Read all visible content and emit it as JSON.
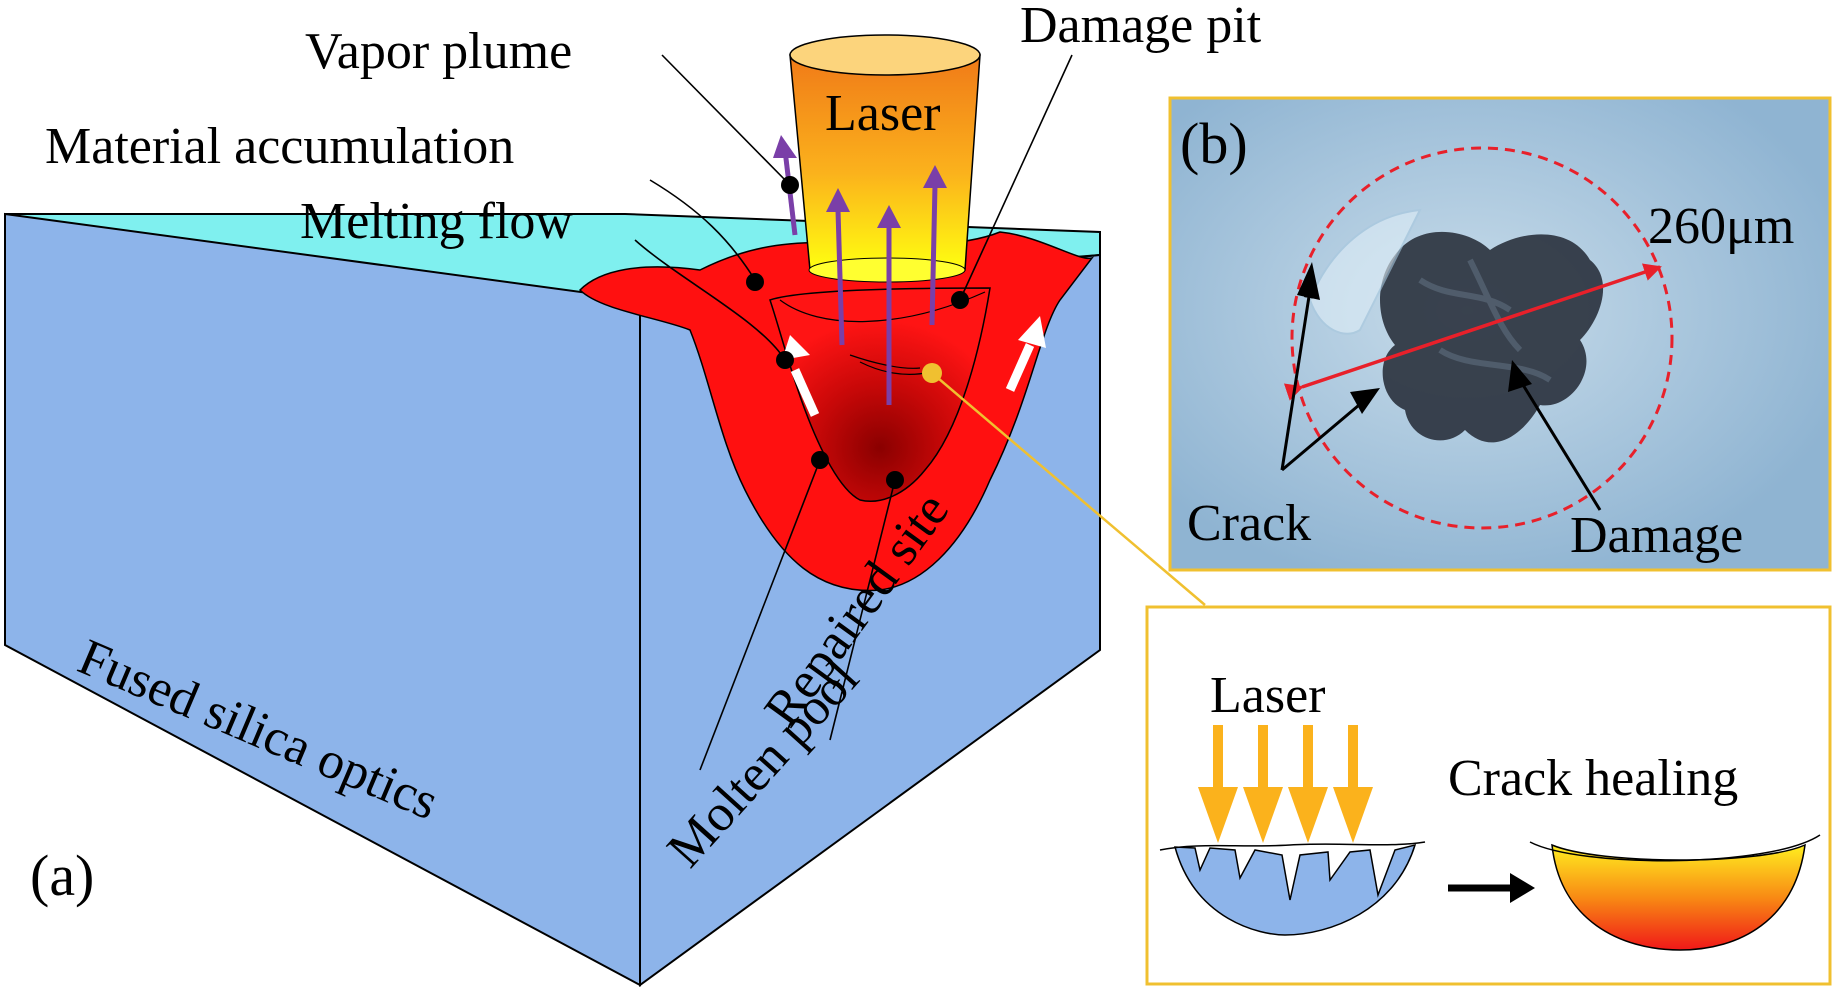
{
  "panel_a": {
    "tag": "(a)",
    "labels": {
      "vapor_plume": "Vapor plume",
      "damage_pit": "Damage pit",
      "material_accumulation": "Material accumulation",
      "melting_flow": "Melting flow",
      "laser": "Laser",
      "repaired_site": "Repaired site",
      "molten_pool": "Molten pool",
      "fused_silica": "Fused silica optics"
    }
  },
  "panel_b": {
    "tag": "(b)",
    "labels": {
      "scale": "260μm",
      "crack": "Crack",
      "damage": "Damage"
    }
  },
  "inset": {
    "laser": "Laser",
    "crack_healing": "Crack healing"
  },
  "colors": {
    "silica_side": "#8db4ea",
    "silica_top": "#7ff0ef",
    "molten_red": "#ff1010",
    "plume_purple": "#7a3fa8",
    "frame_gold": "#f0c030",
    "scale_red": "#e8202a"
  }
}
